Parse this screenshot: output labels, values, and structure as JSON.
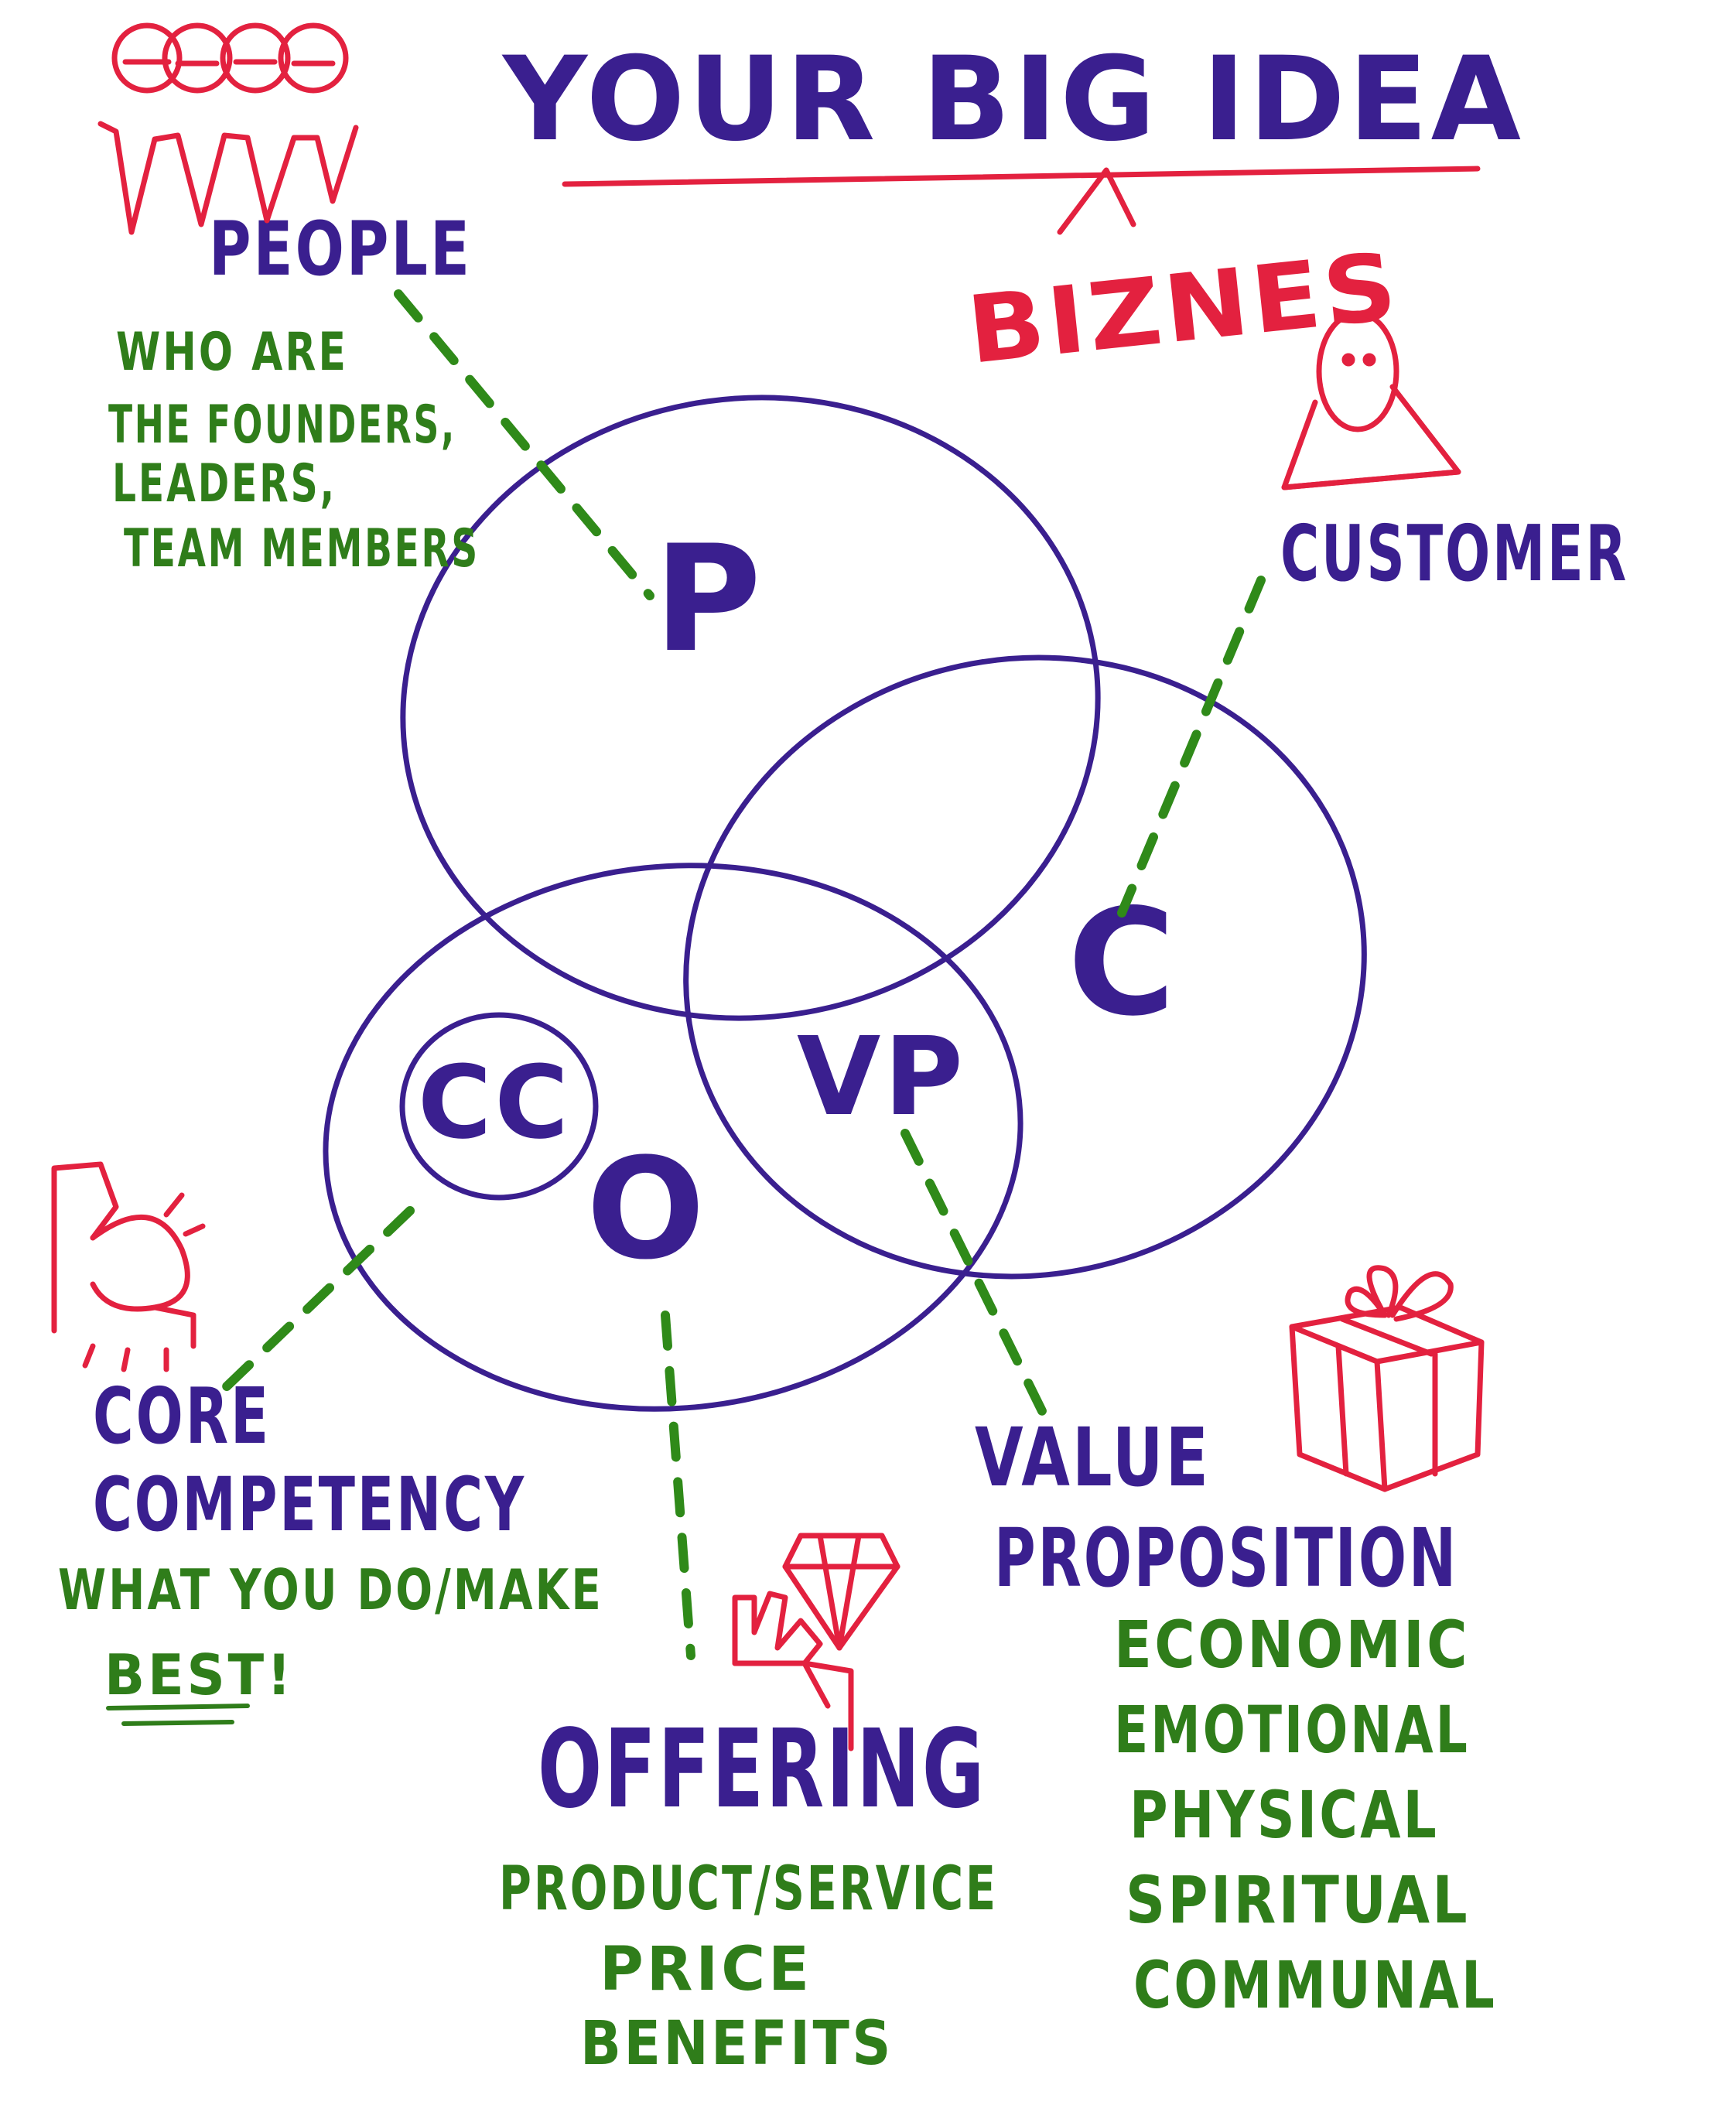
{
  "title": "YOUR BIG IDEA",
  "caret_insert": "BIZNES",
  "colors": {
    "purple_ink": "#3a1f8f",
    "green_ink": "#2f7d1a",
    "red_ink": "#e3213f",
    "background": "#ffffff"
  },
  "circles": {
    "people_letter": "P",
    "customer_letter": "C",
    "offering_letter": "O",
    "core_letter": "CC",
    "value_prop_letter": "VP"
  },
  "people": {
    "heading": "PEOPLE",
    "lines": [
      "WHO ARE",
      "THE FOUNDERS,",
      "LEADERS,",
      "TEAM MEMBERS"
    ],
    "icon": "group-of-people-icon"
  },
  "customer": {
    "heading": "CUSTOMER",
    "icon": "customer-person-icon"
  },
  "core_competency": {
    "heading_lines": [
      "CORE",
      "COMPETENCY"
    ],
    "lines": [
      "WHAT YOU DO/MAKE",
      "BEST!"
    ],
    "icon": "flexed-arm-icon"
  },
  "offering": {
    "heading": "OFFERING",
    "lines": [
      "PRODUCT/SERVICE",
      "PRICE",
      "BENEFITS"
    ],
    "icon": "hand-holding-diamond-icon"
  },
  "value_proposition": {
    "heading_lines": [
      "VALUE",
      "PROPOSITION"
    ],
    "lines": [
      "ECONOMIC",
      "EMOTIONAL",
      "PHYSICAL",
      "SPIRITUAL",
      "COMMUNAL"
    ],
    "icon": "gift-box-icon"
  }
}
